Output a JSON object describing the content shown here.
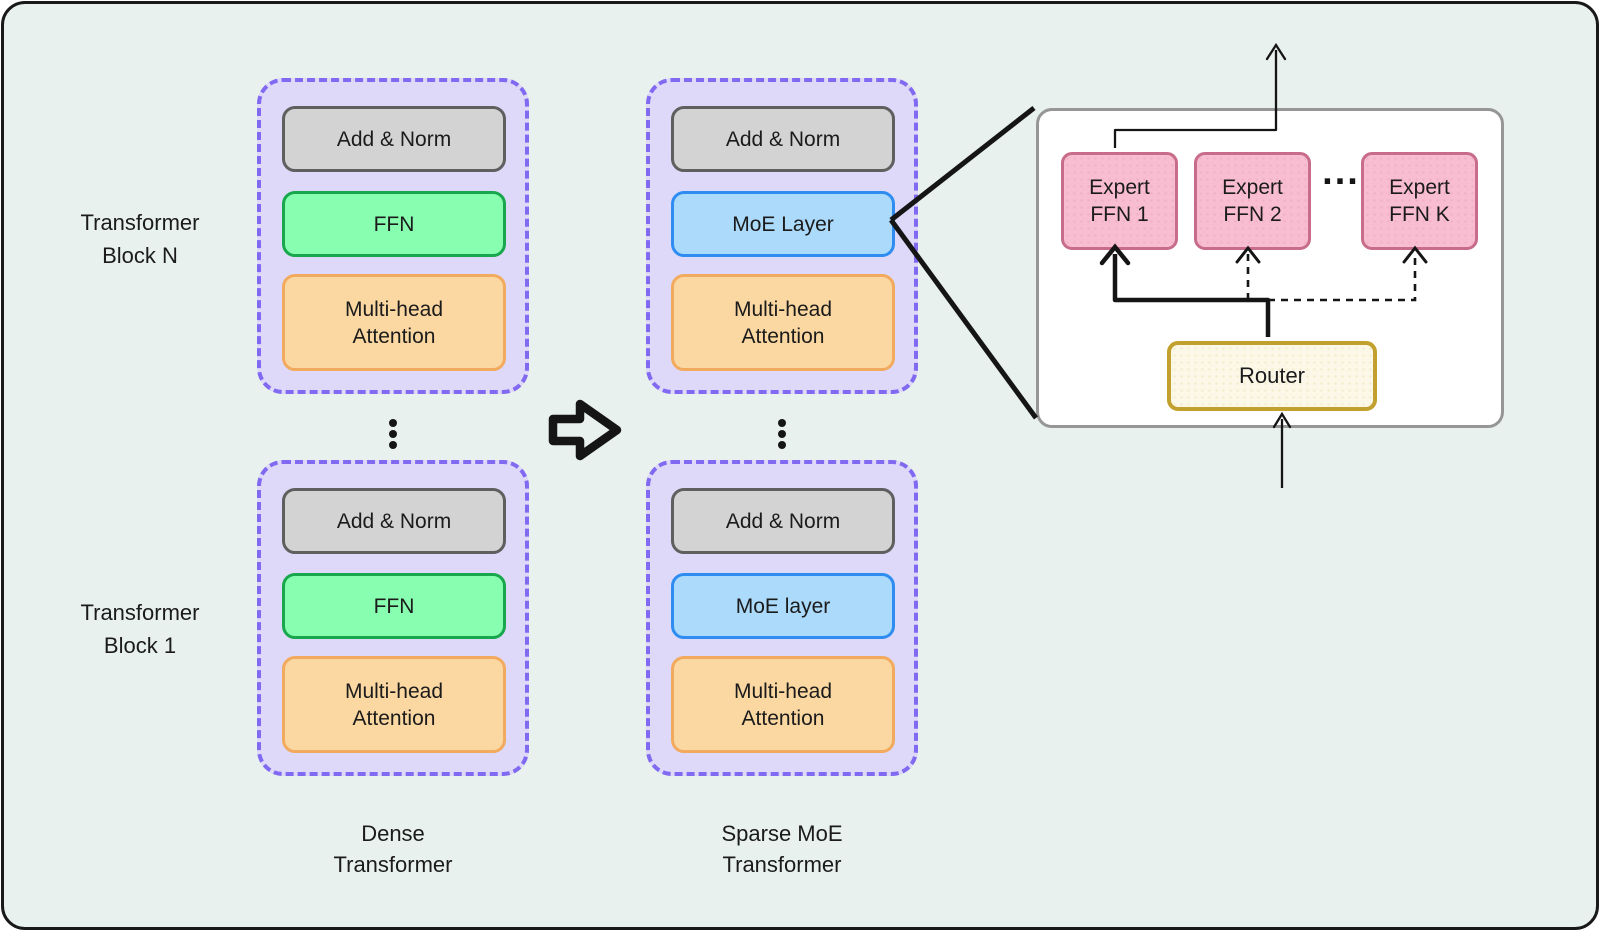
{
  "icons": {
    "conversion_arrow": "⇨",
    "vertical_ellipsis": "⋮",
    "experts_ellipsis": "..."
  },
  "colors": {
    "canvas_background": "#e8f1ed",
    "frame_border": "#191919",
    "block_fill": "#ded9f8",
    "block_border": "#8169f2",
    "add_norm_fill": "#d3d3d3",
    "add_norm_border": "#5f5f5f",
    "ffn_fill": "#88ffb0",
    "ffn_border": "#18a74c",
    "attention_fill": "#fbd7a1",
    "attention_border": "#f2aa5e",
    "moe_fill": "#abdafb",
    "moe_border": "#2f8df2",
    "expert_fill": "#f8bdd1",
    "expert_border": "#c76d89",
    "router_fill": "#fbf8e7",
    "router_border": "#c2a02e",
    "panel_fill": "#ffffff",
    "panel_border": "#969696",
    "line_color": "#151515"
  },
  "side_labels": {
    "block_n": [
      "Transformer",
      "Block N"
    ],
    "block_1": [
      "Transformer",
      "Block 1"
    ]
  },
  "dense": {
    "caption": [
      "Dense",
      "Transformer"
    ],
    "top_block": {
      "add_norm": "Add & Norm",
      "ffn": "FFN",
      "attention": "Multi-head Attention"
    },
    "bottom_block": {
      "add_norm": "Add & Norm",
      "ffn": "FFN",
      "attention": "Multi-head Attention"
    }
  },
  "sparse": {
    "caption": [
      "Sparse MoE",
      "Transformer"
    ],
    "top_block": {
      "add_norm": "Add & Norm",
      "moe": "MoE Layer",
      "attention": "Multi-head Attention"
    },
    "bottom_block": {
      "add_norm": "Add & Norm",
      "moe": "MoE layer",
      "attention": "Multi-head Attention"
    }
  },
  "moe_panel": {
    "experts": [
      {
        "line1": "Expert",
        "line2": "FFN 1"
      },
      {
        "line1": "Expert",
        "line2": "FFN 2"
      },
      {
        "line1": "Expert",
        "line2": "FFN K"
      }
    ],
    "ellipsis": "...",
    "router": "Router"
  }
}
